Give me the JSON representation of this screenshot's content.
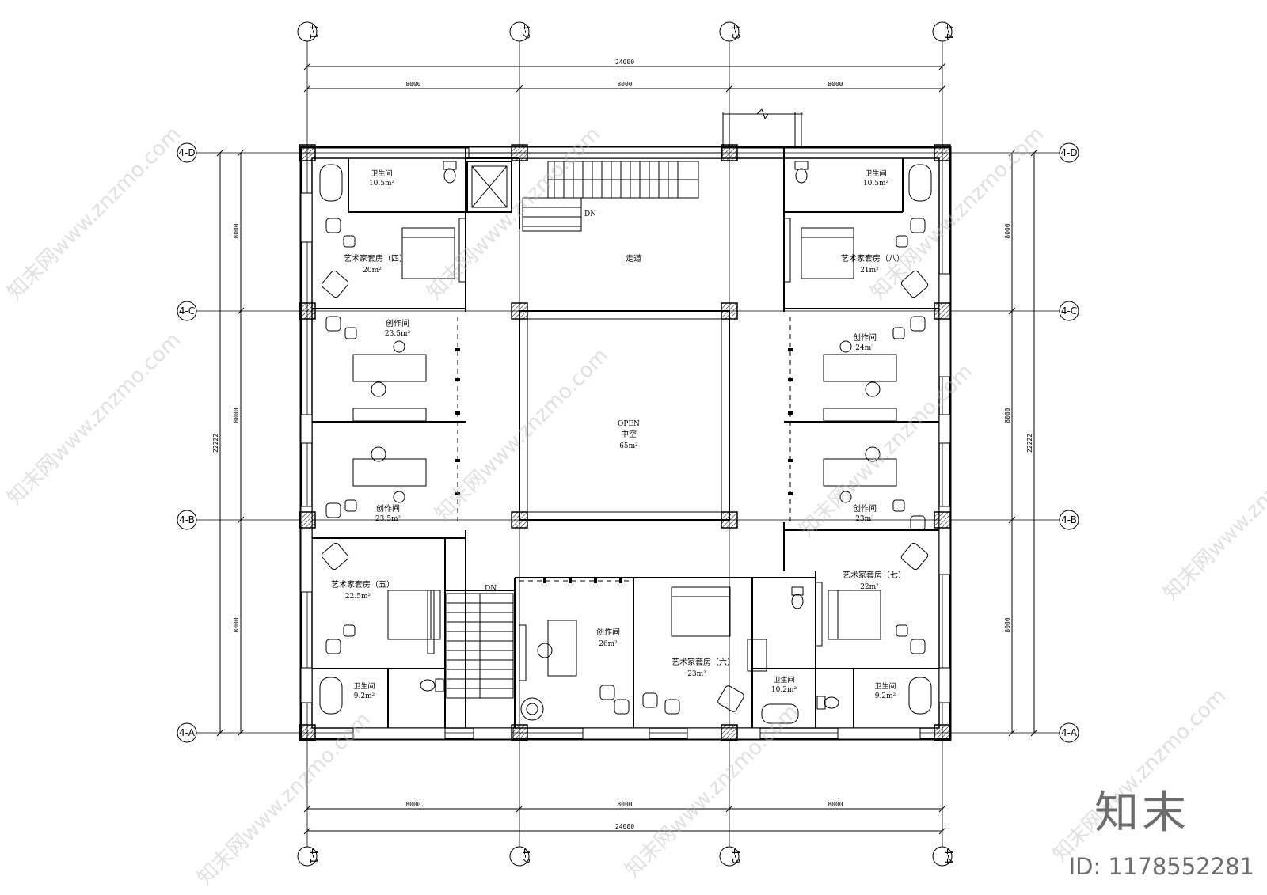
{
  "axes": {
    "columns": [
      "4-1",
      "4-2",
      "4-3",
      "4-4"
    ],
    "rows": [
      "4-D",
      "4-C",
      "4-B",
      "4-A"
    ]
  },
  "dimensions": {
    "top_total": "24000",
    "top_spans": [
      "8000",
      "8000",
      "8000"
    ],
    "bottom_total": "24000",
    "bottom_spans": [
      "8000",
      "8000",
      "8000"
    ],
    "left_total": "22222",
    "left_spans": [
      "8000",
      "8000",
      "8000"
    ],
    "right_total": "22222",
    "right_spans": [
      "8000",
      "8000",
      "8000"
    ]
  },
  "rooms": {
    "wc_nw": {
      "name": "卫生间",
      "area": "10.5m²"
    },
    "suite_4": {
      "name": "艺术家套房（四）",
      "area": "20m²"
    },
    "studio_w1": {
      "name": "创作间",
      "area": "23.5m²"
    },
    "studio_w2": {
      "name": "创作间",
      "area": "23.5m²"
    },
    "suite_5": {
      "name": "艺术家套房（五）",
      "area": "22.5m²"
    },
    "wc_sw": {
      "name": "卫生间",
      "area": "9.2m²"
    },
    "corridor": {
      "name": "走道"
    },
    "atrium": {
      "name_en": "OPEN",
      "name": "中空",
      "area": "65m²"
    },
    "studio_s": {
      "name": "创作间",
      "area": "26m²"
    },
    "suite_6": {
      "name": "艺术家套房（六）",
      "area": "23m²"
    },
    "wc_s": {
      "name": "卫生间",
      "area": "10.2m²"
    },
    "wc_ne": {
      "name": "卫生间",
      "area": "10.5m²"
    },
    "suite_8": {
      "name": "艺术家套房（八）",
      "area": "21m²"
    },
    "studio_e1": {
      "name": "创作间",
      "area": "24m²"
    },
    "studio_e2": {
      "name": "创作间",
      "area": "23m²"
    },
    "suite_7": {
      "name": "艺术家套房（七）",
      "area": "22m²"
    },
    "wc_se": {
      "name": "卫生间",
      "area": "9.2m²"
    }
  },
  "stairs": {
    "north_label": "DN",
    "south_label": "DN"
  },
  "watermark": {
    "brand": "知末",
    "text": "知末网www.znzmo.com",
    "id": "ID: 1178552281"
  }
}
